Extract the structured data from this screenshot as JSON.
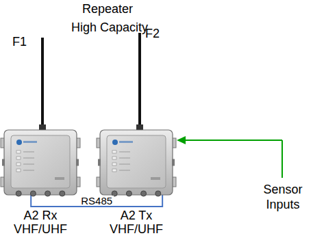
{
  "diagram": {
    "nodes": [
      {
        "text": [
          "A2 Rx VHF/UHF"
        ]
      },
      {
        "text": [
          "A2 Tx VHF/UHF"
        ]
      }
    ],
    "edges": [
      {
        "from": 0,
        "to": 1,
        "arrow": "none",
        "label": "RS485"
      }
    ],
    "labels": [
      "Repeater",
      "High Capacity",
      "F1",
      "F2",
      "Sensor Inputs"
    ]
  }
}
